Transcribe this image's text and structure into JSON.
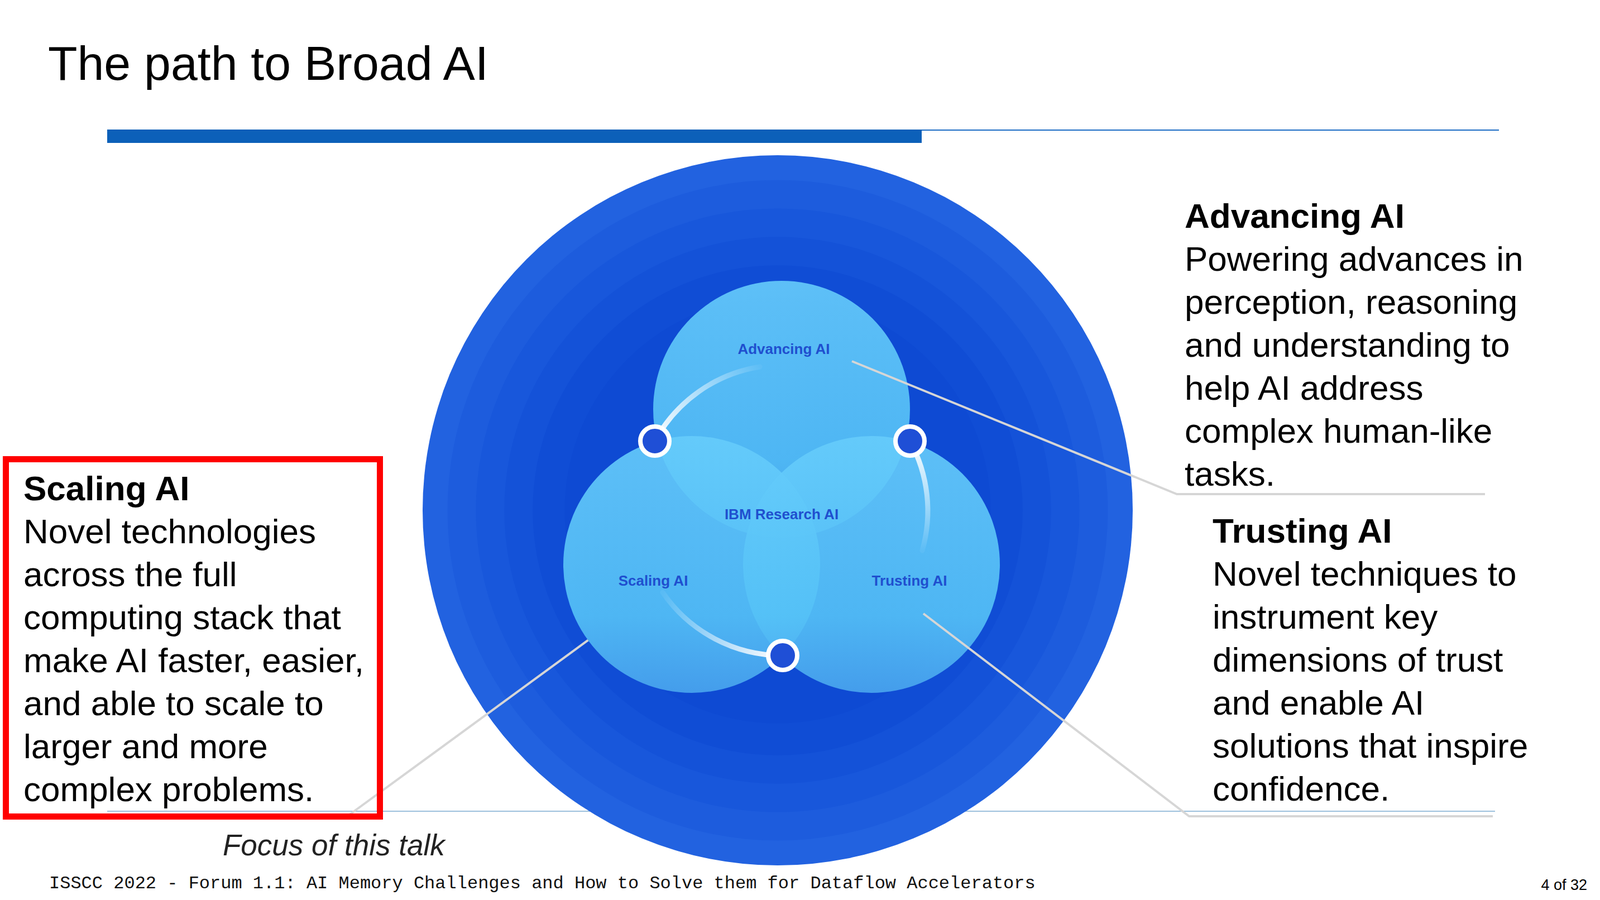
{
  "diagram": {
    "title": "The path to Broad AI",
    "caption": "ISSCC 2022 - Forum 1.1: AI Memory Challenges and How to Solve them for Dataflow Accelerators",
    "nodes": [
      {
        "text": [
          "IBM Research AI"
        ]
      },
      {
        "text": [
          "Advancing AI"
        ],
        "in": 0
      },
      {
        "text": [
          "Scaling AI"
        ],
        "in": 0
      },
      {
        "text": [
          "Trusting AI"
        ],
        "in": 0
      },
      {
        "text": [
          "Scaling AI",
          "Novel technologies across the full computing stack that make AI faster, easier, and able to scale to larger and more complex problems."
        ]
      }
    ],
    "edges": [
      {
        "from": 2,
        "to": 4,
        "arrow": "none"
      }
    ],
    "labels": [
      "Advancing AI",
      "Powering advances in perception, reasoning and understanding to help AI address complex human-like tasks.",
      "Trusting AI",
      "Novel techniques to instrument key dimensions of trust and enable AI solutions that inspire confidence.",
      "Focus of this talk",
      "4 of 32"
    ]
  }
}
